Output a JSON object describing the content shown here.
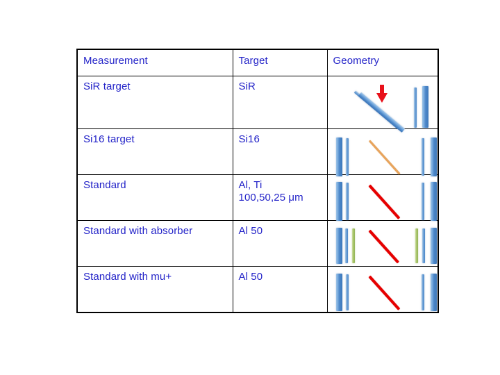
{
  "slide": {
    "background_color": "#ffffff",
    "text_color": "#2323c8",
    "border_color": "#000000"
  },
  "table": {
    "headers": [
      "Measurement",
      "Target",
      "Geometry"
    ],
    "rows": [
      {
        "measurement": "SiR target",
        "target": "SiR",
        "geometry": {
          "description": "two parallel blue diagonal bars with red down arrow, plus two vertical blue bars at right",
          "elements": [
            {
              "kind": "diagonal-bar",
              "color": "#4a86c8",
              "thickness": "thin"
            },
            {
              "kind": "diagonal-bar",
              "color": "#4a86c8",
              "thickness": "thick"
            },
            {
              "kind": "down-arrow",
              "color": "#e8111b"
            },
            {
              "kind": "vertical-bar",
              "color": "#4a86c8",
              "thickness": "thin"
            },
            {
              "kind": "vertical-bar",
              "color": "#4a86c8",
              "thickness": "thick"
            }
          ]
        }
      },
      {
        "measurement": "Si16 target",
        "target": "Si16",
        "geometry": {
          "description": "two vertical blue bars left, orange diagonal beam, two vertical blue bars right",
          "elements": [
            {
              "kind": "vertical-bar",
              "color": "#4a86c8",
              "thickness": "thick"
            },
            {
              "kind": "vertical-bar",
              "color": "#4a86c8",
              "thickness": "thin"
            },
            {
              "kind": "diagonal-bar",
              "color": "#e8a45c",
              "thickness": "thin"
            },
            {
              "kind": "vertical-bar",
              "color": "#4a86c8",
              "thickness": "thin"
            },
            {
              "kind": "vertical-bar",
              "color": "#4a86c8",
              "thickness": "thick"
            }
          ]
        }
      },
      {
        "measurement": "Standard",
        "target_line1": "Al, Ti",
        "target_line2_value": "100,50,25 ",
        "target_line2_unit": "μm",
        "geometry": {
          "description": "two vertical blue bars left, red diagonal beam, two vertical blue bars right",
          "elements": [
            {
              "kind": "vertical-bar",
              "color": "#4a86c8",
              "thickness": "thick"
            },
            {
              "kind": "vertical-bar",
              "color": "#4a86c8",
              "thickness": "thin"
            },
            {
              "kind": "diagonal-bar",
              "color": "#e60000",
              "thickness": "thin"
            },
            {
              "kind": "vertical-bar",
              "color": "#4a86c8",
              "thickness": "thin"
            },
            {
              "kind": "vertical-bar",
              "color": "#4a86c8",
              "thickness": "thick"
            }
          ]
        }
      },
      {
        "measurement": "Standard with absorber",
        "target": "Al 50",
        "geometry": {
          "description": "blue, blue and green bars left, red diagonal beam, green, blue and blue bars right",
          "elements": [
            {
              "kind": "vertical-bar",
              "color": "#4a86c8",
              "thickness": "thick"
            },
            {
              "kind": "vertical-bar",
              "color": "#4a86c8",
              "thickness": "thin"
            },
            {
              "kind": "vertical-bar",
              "color": "#93b557",
              "thickness": "thin"
            },
            {
              "kind": "diagonal-bar",
              "color": "#e60000",
              "thickness": "thin"
            },
            {
              "kind": "vertical-bar",
              "color": "#93b557",
              "thickness": "thin"
            },
            {
              "kind": "vertical-bar",
              "color": "#4a86c8",
              "thickness": "thin"
            },
            {
              "kind": "vertical-bar",
              "color": "#4a86c8",
              "thickness": "thick"
            }
          ]
        }
      },
      {
        "measurement": "Standard with mu+",
        "target": "Al 50",
        "geometry": {
          "description": "two vertical blue bars left, red diagonal beam, two vertical blue bars right",
          "elements": [
            {
              "kind": "vertical-bar",
              "color": "#4a86c8",
              "thickness": "thick"
            },
            {
              "kind": "vertical-bar",
              "color": "#4a86c8",
              "thickness": "thin"
            },
            {
              "kind": "diagonal-bar",
              "color": "#e60000",
              "thickness": "thin"
            },
            {
              "kind": "vertical-bar",
              "color": "#4a86c8",
              "thickness": "thin"
            },
            {
              "kind": "vertical-bar",
              "color": "#4a86c8",
              "thickness": "thick"
            }
          ]
        }
      }
    ]
  }
}
